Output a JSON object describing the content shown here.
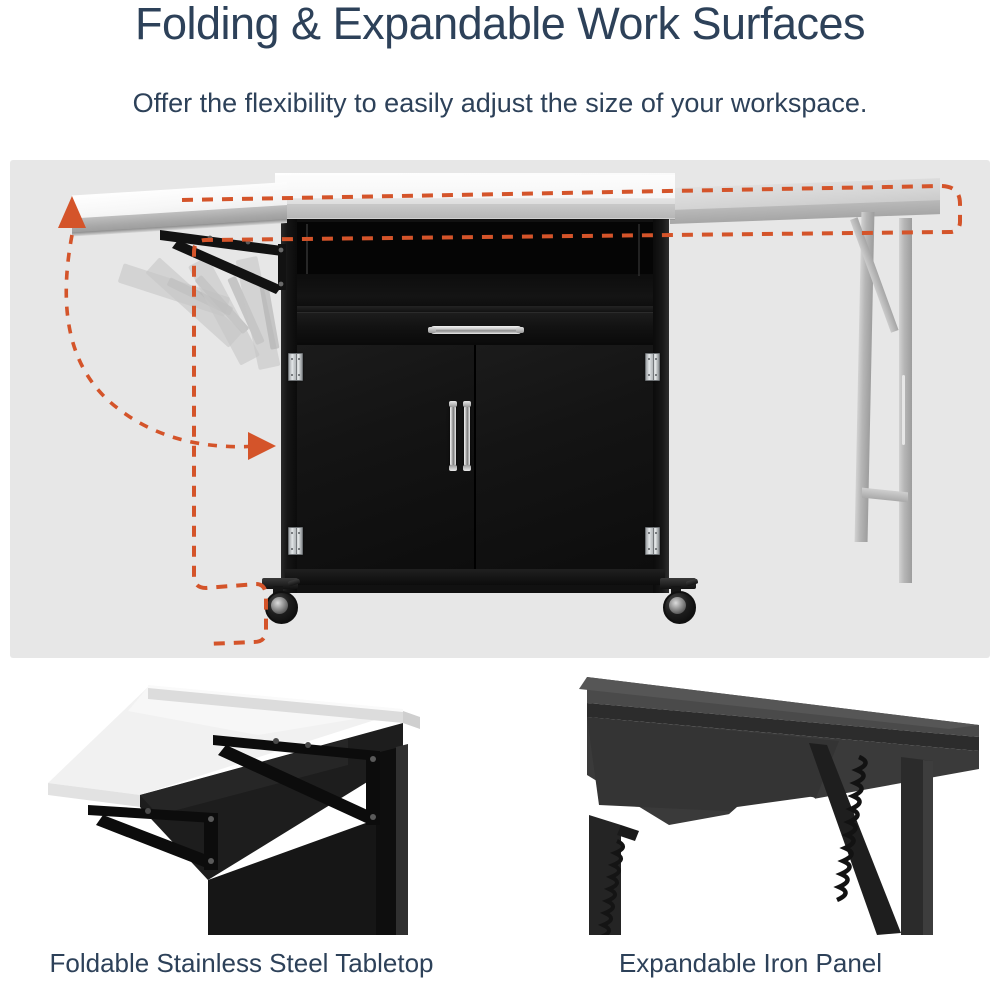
{
  "header": {
    "title": "Folding & Expandable Work Surfaces",
    "subtitle": "Offer the flexibility to easily adjust the size of your workspace."
  },
  "colors": {
    "title_navy": "#2d4159",
    "accent_orange": "#d4542a",
    "panel_background": "#e7e7e7",
    "page_background": "#ffffff",
    "cabinet_black": "#111111",
    "stainless_light": "#f7f7f7",
    "iron_grey": "#b6b6b6"
  },
  "hero": {
    "name": "outdoor-kitchen-cart-illustration",
    "background": "#e7e7e7",
    "annotations": {
      "fold_arrow": {
        "name": "fold-motion-arrow",
        "style": "dashed-curved-double-headed",
        "color": "#d4542a",
        "meaning": "left stainless wing folds down and up"
      },
      "expand_outline": {
        "name": "expandable-panel-outline",
        "style": "dashed",
        "color": "#d4542a",
        "meaning": "right iron side panel expands outward"
      }
    },
    "parts": {
      "left_wing": "Foldable stainless steel side wing (deployed)",
      "right_wing": "Expandable iron side panel with folding legs",
      "cabinet": "Black steel cabinet with open shelf, drawer and double doors",
      "casters": "Locking swivel casters",
      "ghost_positions": "Semi-transparent ghost images of the wing mid-fold"
    }
  },
  "details": [
    {
      "name": "detail-foldable-tabletop",
      "caption": "Foldable Stainless Steel Tabletop",
      "description": "Close-up of stainless steel fold-down tabletop with black steel support bracket"
    },
    {
      "name": "detail-expandable-panel",
      "caption": "Expandable Iron Panel",
      "description": "Close-up of black iron panel corner with spring-loaded folding leg"
    }
  ]
}
